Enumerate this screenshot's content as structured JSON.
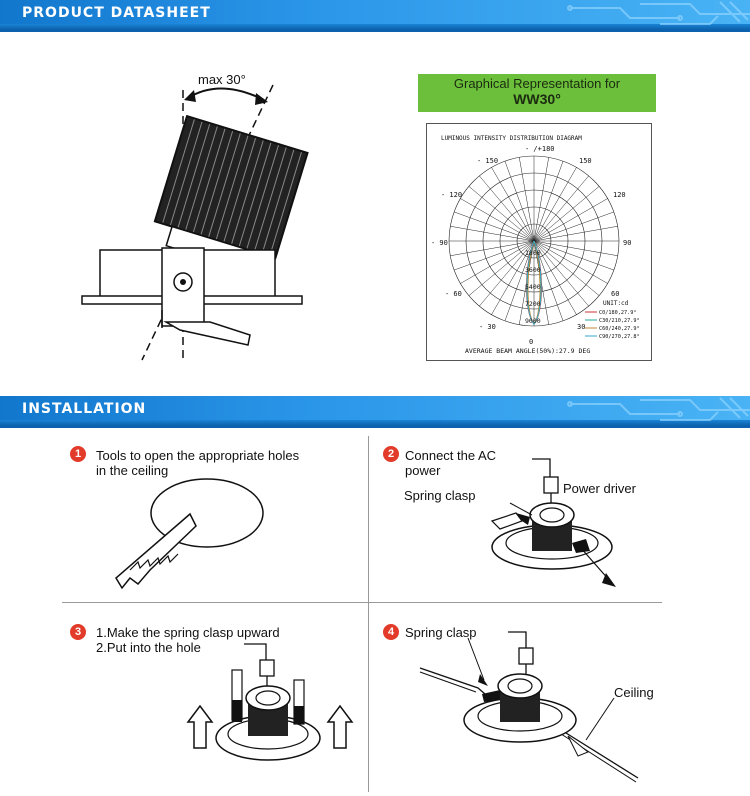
{
  "sections": {
    "datasheet_title": "PRODUCT DATASHEET",
    "installation_title": "INSTALLATION"
  },
  "tilt": {
    "label": "max 30°"
  },
  "graph": {
    "title_line1": "Graphical Representation for",
    "title_line2": "WW30°",
    "diagram_title": "LUMINOUS INTENSITY DISTRIBUTION DIAGRAM",
    "top_label": "- /+180",
    "angle_labels": {
      "l150": "- 150",
      "r150": "150",
      "l120": "- 120",
      "r120": "120",
      "l90": "- 90",
      "r90": "90",
      "l60": "- 60",
      "r60": "60",
      "l30": "- 30",
      "r30": "30",
      "bottom": "0"
    },
    "intensity_labels": [
      "1800",
      "3600",
      "5400",
      "7200",
      "9000"
    ],
    "unit": "UNIT:cd",
    "legend": [
      {
        "label": "C0/180,27.9°",
        "color": "#cc3333"
      },
      {
        "label": "C30/210,27.9°",
        "color": "#22aa99"
      },
      {
        "label": "C60/240,27.9°",
        "color": "#bb8833"
      },
      {
        "label": "C90/270,27.8°",
        "color": "#33aacc"
      }
    ],
    "beam_text": "AVERAGE BEAM ANGLE(50%):27.9 DEG"
  },
  "steps": [
    {
      "num": "1",
      "line1": "Tools to open the appropriate holes",
      "line2": "in the ceiling"
    },
    {
      "num": "2",
      "line1": "Connect the AC",
      "line2": "power",
      "labels": {
        "spring": "Spring clasp",
        "driver": "Power driver"
      }
    },
    {
      "num": "3",
      "line1": "1.Make the spring clasp upward",
      "line2": "2.Put into the hole"
    },
    {
      "num": "4",
      "line1": "Spring clasp",
      "labels": {
        "ceiling": "Ceiling"
      }
    }
  ]
}
